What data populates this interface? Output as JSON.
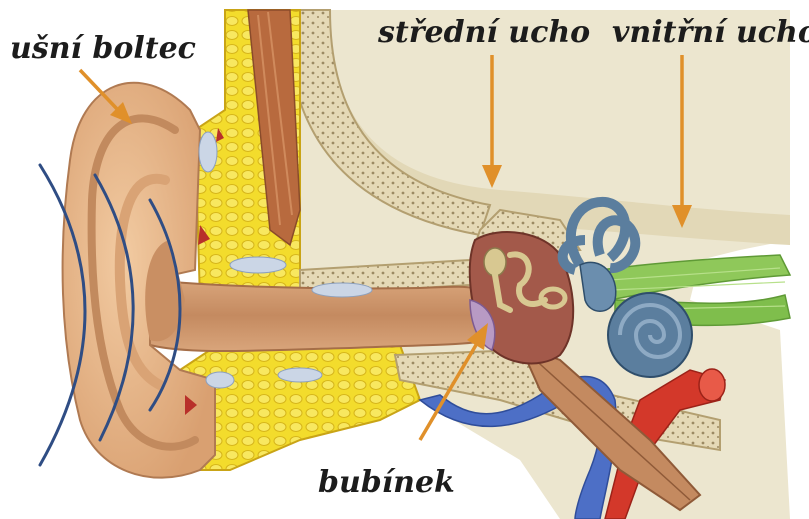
{
  "labels": {
    "pinna": "ušní boltec",
    "middle_ear": "střední ucho",
    "inner_ear": "vnitřní ucho",
    "eardrum": "bubínek"
  },
  "colors": {
    "arrow": "#e0902a",
    "skin": "#e9b98d",
    "skin_dark": "#c98e63",
    "bone_bg": "#ece4c8",
    "bone": "#cdbb8f",
    "fat": "#f3dc2c",
    "muscle": "#b86a3e",
    "canal": "#c98f66",
    "middle_ear_cavity": "#a3594a",
    "cochlea": "#5b7e9e",
    "nerve": "#8fc85a",
    "artery": "#d3382a",
    "vein": "#4d6fc6",
    "sound_waves": "#2f4d84"
  }
}
